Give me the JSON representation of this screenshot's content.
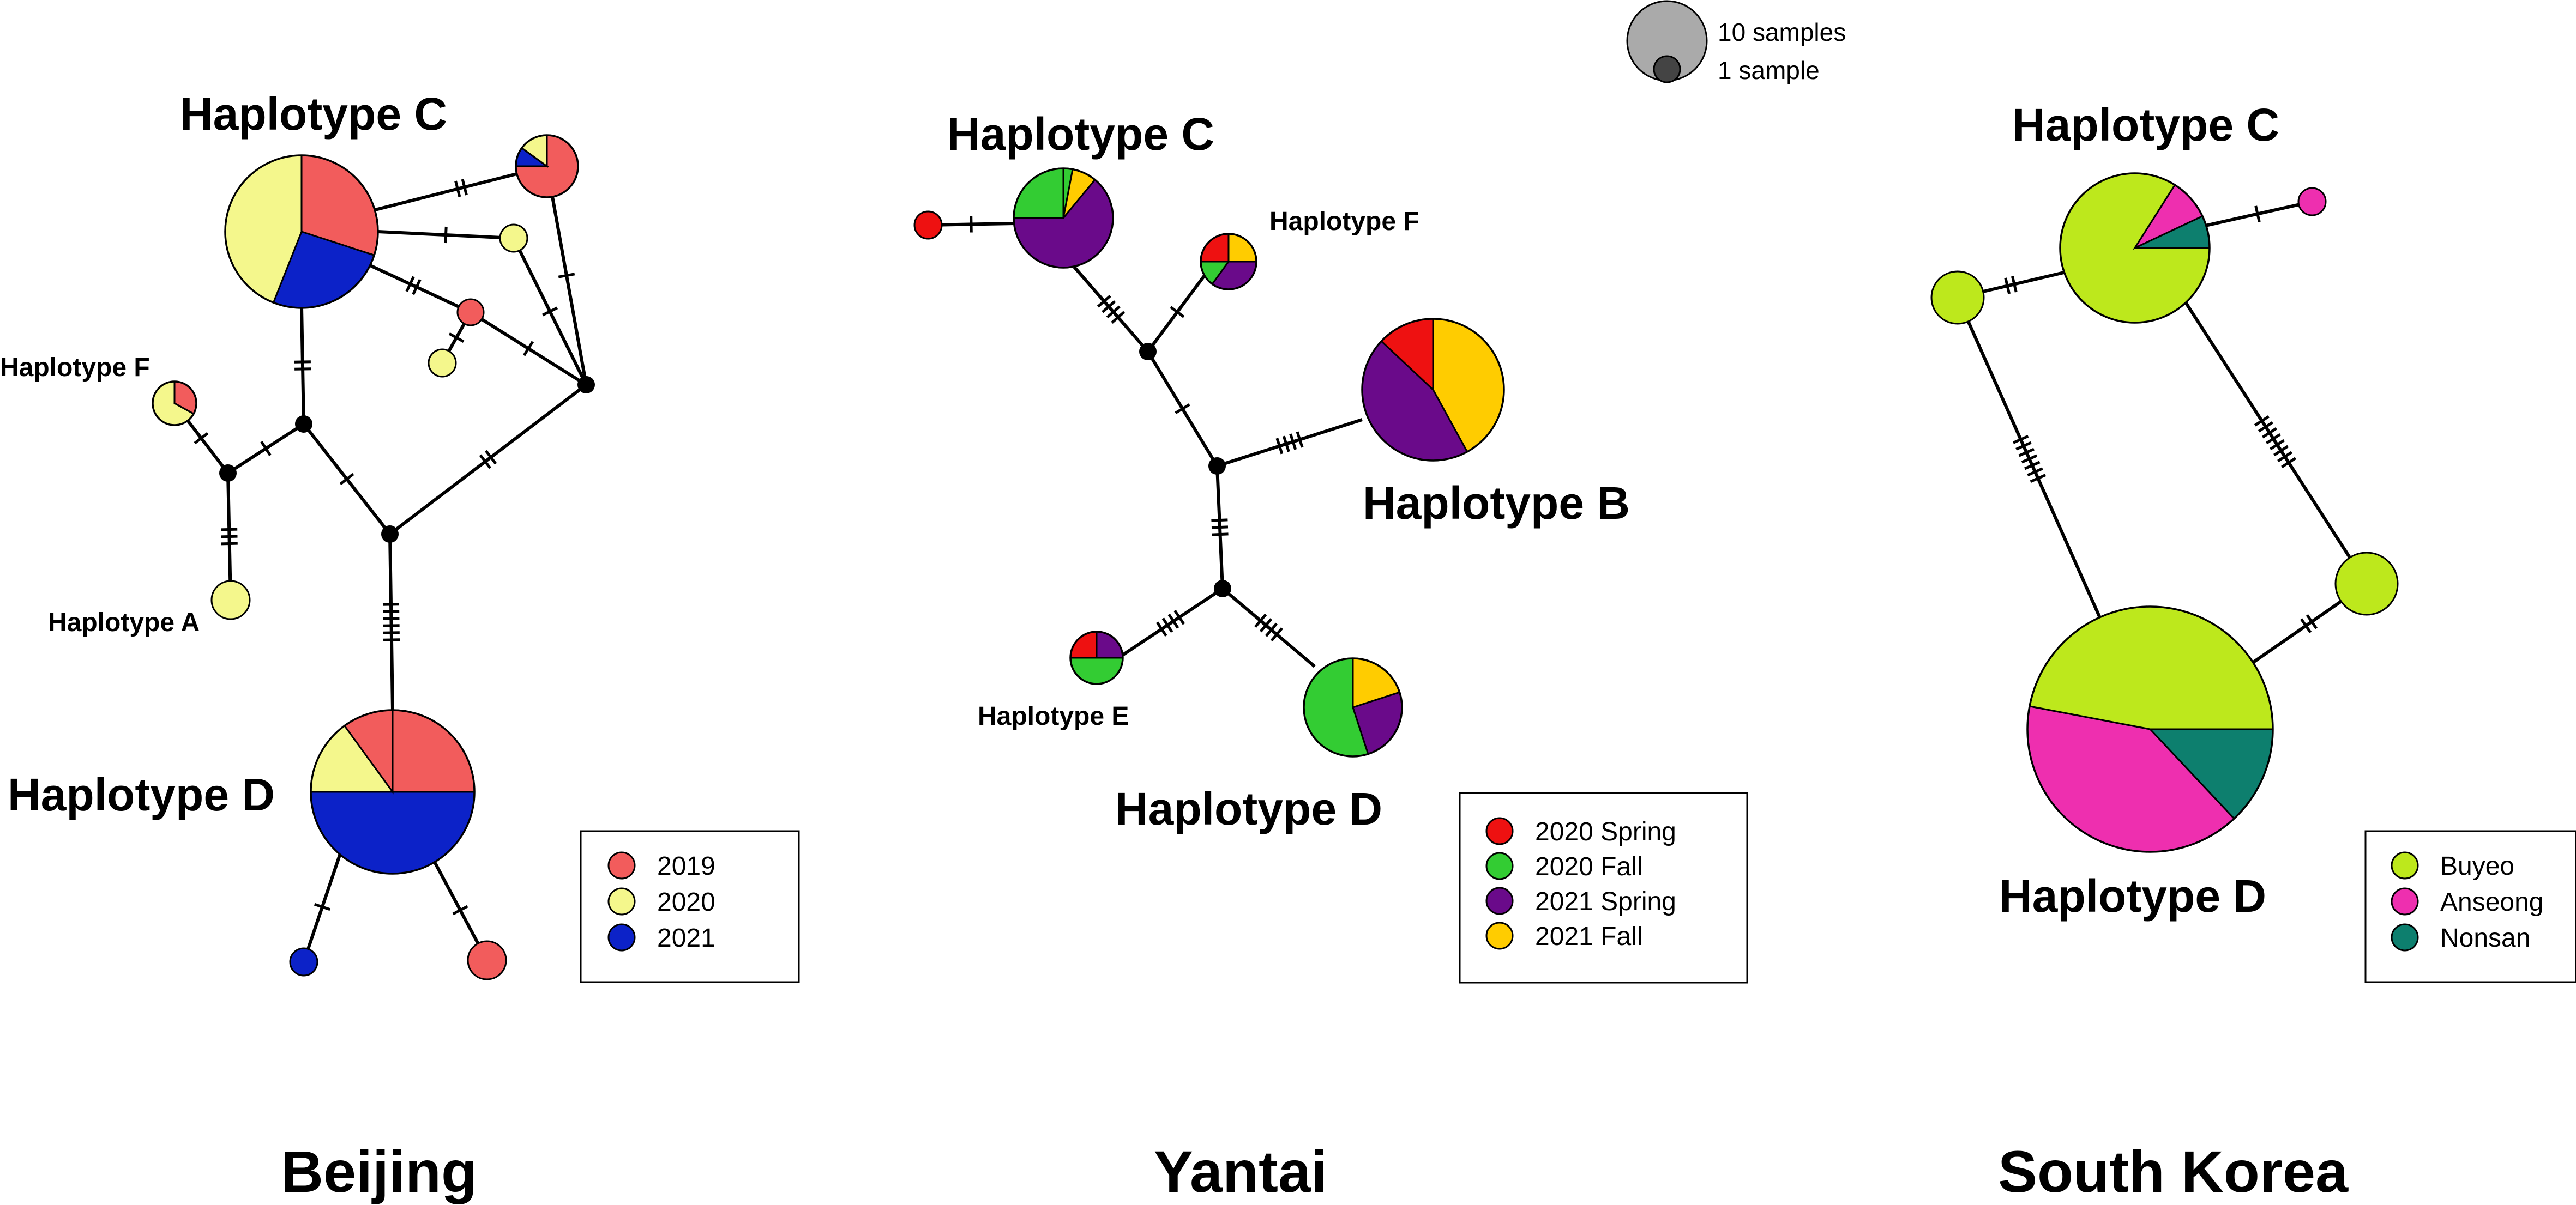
{
  "size_legend": {
    "large_label": "10 samples",
    "small_label": "1 sample"
  },
  "panels": [
    {
      "id": "beijing",
      "title": "Beijing",
      "labels": {
        "hapC": "Haplotype C",
        "hapF": "Haplotype F",
        "hapA": "Haplotype A",
        "hapD": "Haplotype D"
      },
      "legend": [
        {
          "label": "2019",
          "color": "#f25c5c"
        },
        {
          "label": "2020",
          "color": "#f4f78c"
        },
        {
          "label": "2021",
          "color": "#0c22c8"
        }
      ]
    },
    {
      "id": "yantai",
      "title": "Yantai",
      "labels": {
        "hapC": "Haplotype C",
        "hapF": "Haplotype F",
        "hapB": "Haplotype B",
        "hapE": "Haplotype E",
        "hapD": "Haplotype D"
      },
      "legend": [
        {
          "label": "2020 Spring",
          "color": "#ee1111"
        },
        {
          "label": "2020 Fall",
          "color": "#33cc33"
        },
        {
          "label": "2021 Spring",
          "color": "#6a0a8a"
        },
        {
          "label": "2021 Fall",
          "color": "#ffcc00"
        }
      ]
    },
    {
      "id": "south-korea",
      "title": "South Korea",
      "labels": {
        "hapC": "Haplotype C",
        "hapD": "Haplotype D"
      },
      "legend": [
        {
          "label": "Buyeo",
          "color": "#bde81c"
        },
        {
          "label": "Anseong",
          "color": "#ee2faf"
        },
        {
          "label": "Nonsan",
          "color": "#0d7f6e"
        }
      ]
    }
  ]
}
